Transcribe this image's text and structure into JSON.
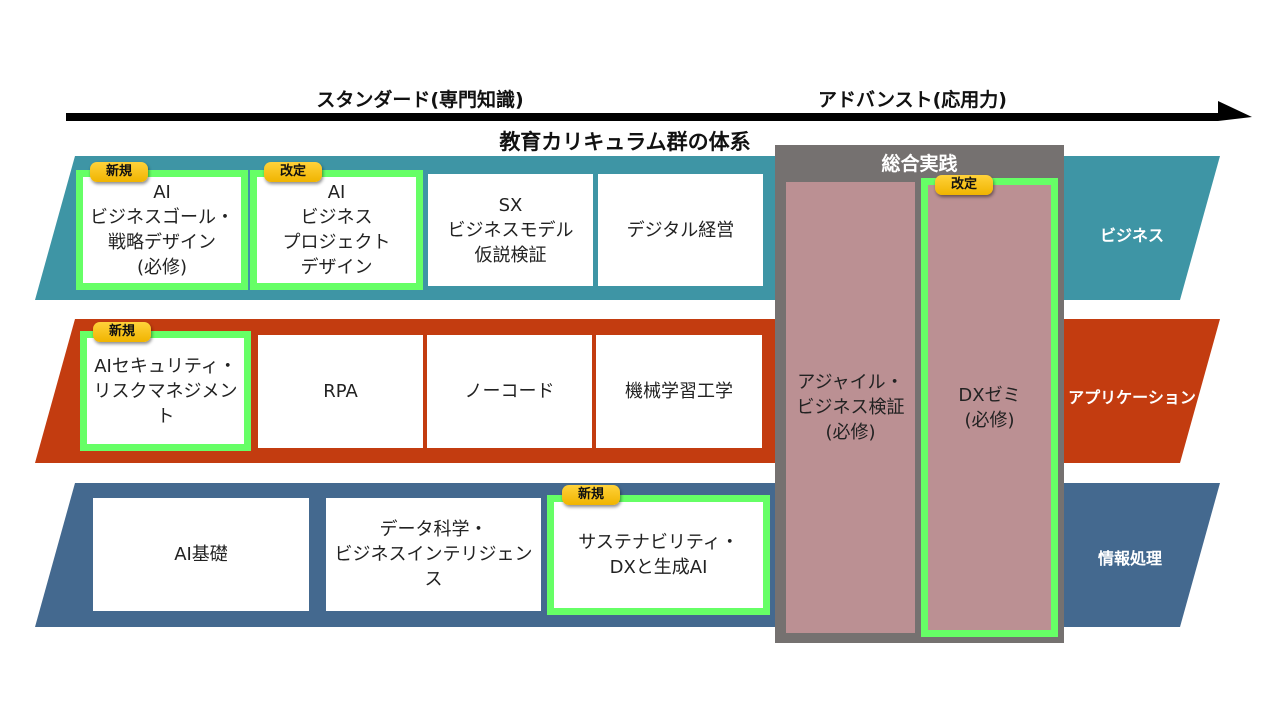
{
  "header": {
    "standard": "スタンダード(専門知識)",
    "advanced": "アドバンスト(応用力)",
    "title": "教育カリキュラム群の体系"
  },
  "colors": {
    "business": "#3e95a5",
    "application": "#c33c10",
    "info": "#44698f",
    "practice": "#757170",
    "practice_card": "#bb9093",
    "highlight": "#66ff66",
    "badge": "#f5c000"
  },
  "rows": {
    "business": {
      "label": "ビジネス",
      "cards": [
        {
          "text": "AI\nビジネスゴール・\n戦略デザイン\n(必修)",
          "badge": "新規"
        },
        {
          "text": "AI\nビジネス\nプロジェクト\nデザイン",
          "badge": "改定"
        },
        {
          "text": "SX\nビジネスモデル\n仮説検証"
        },
        {
          "text": "デジタル経営"
        }
      ]
    },
    "application": {
      "label": "アプリケーション",
      "cards": [
        {
          "text": "AIセキュリティ・\nリスクマネジメント",
          "badge": "新規"
        },
        {
          "text": "RPA"
        },
        {
          "text": "ノーコード"
        },
        {
          "text": "機械学習工学"
        }
      ]
    },
    "info": {
      "label": "情報処理",
      "cards": [
        {
          "text": "AI基礎"
        },
        {
          "text": "データ科学・\nビジネスインテリジェンス"
        },
        {
          "text": "サステナビリティ・\nDXと生成AI",
          "badge": "新規"
        }
      ]
    }
  },
  "practice": {
    "title": "総合実践",
    "cards": [
      {
        "text": "アジャイル・\nビジネス検証\n(必修)"
      },
      {
        "text": "DXゼミ\n(必修)",
        "badge": "改定"
      }
    ]
  }
}
